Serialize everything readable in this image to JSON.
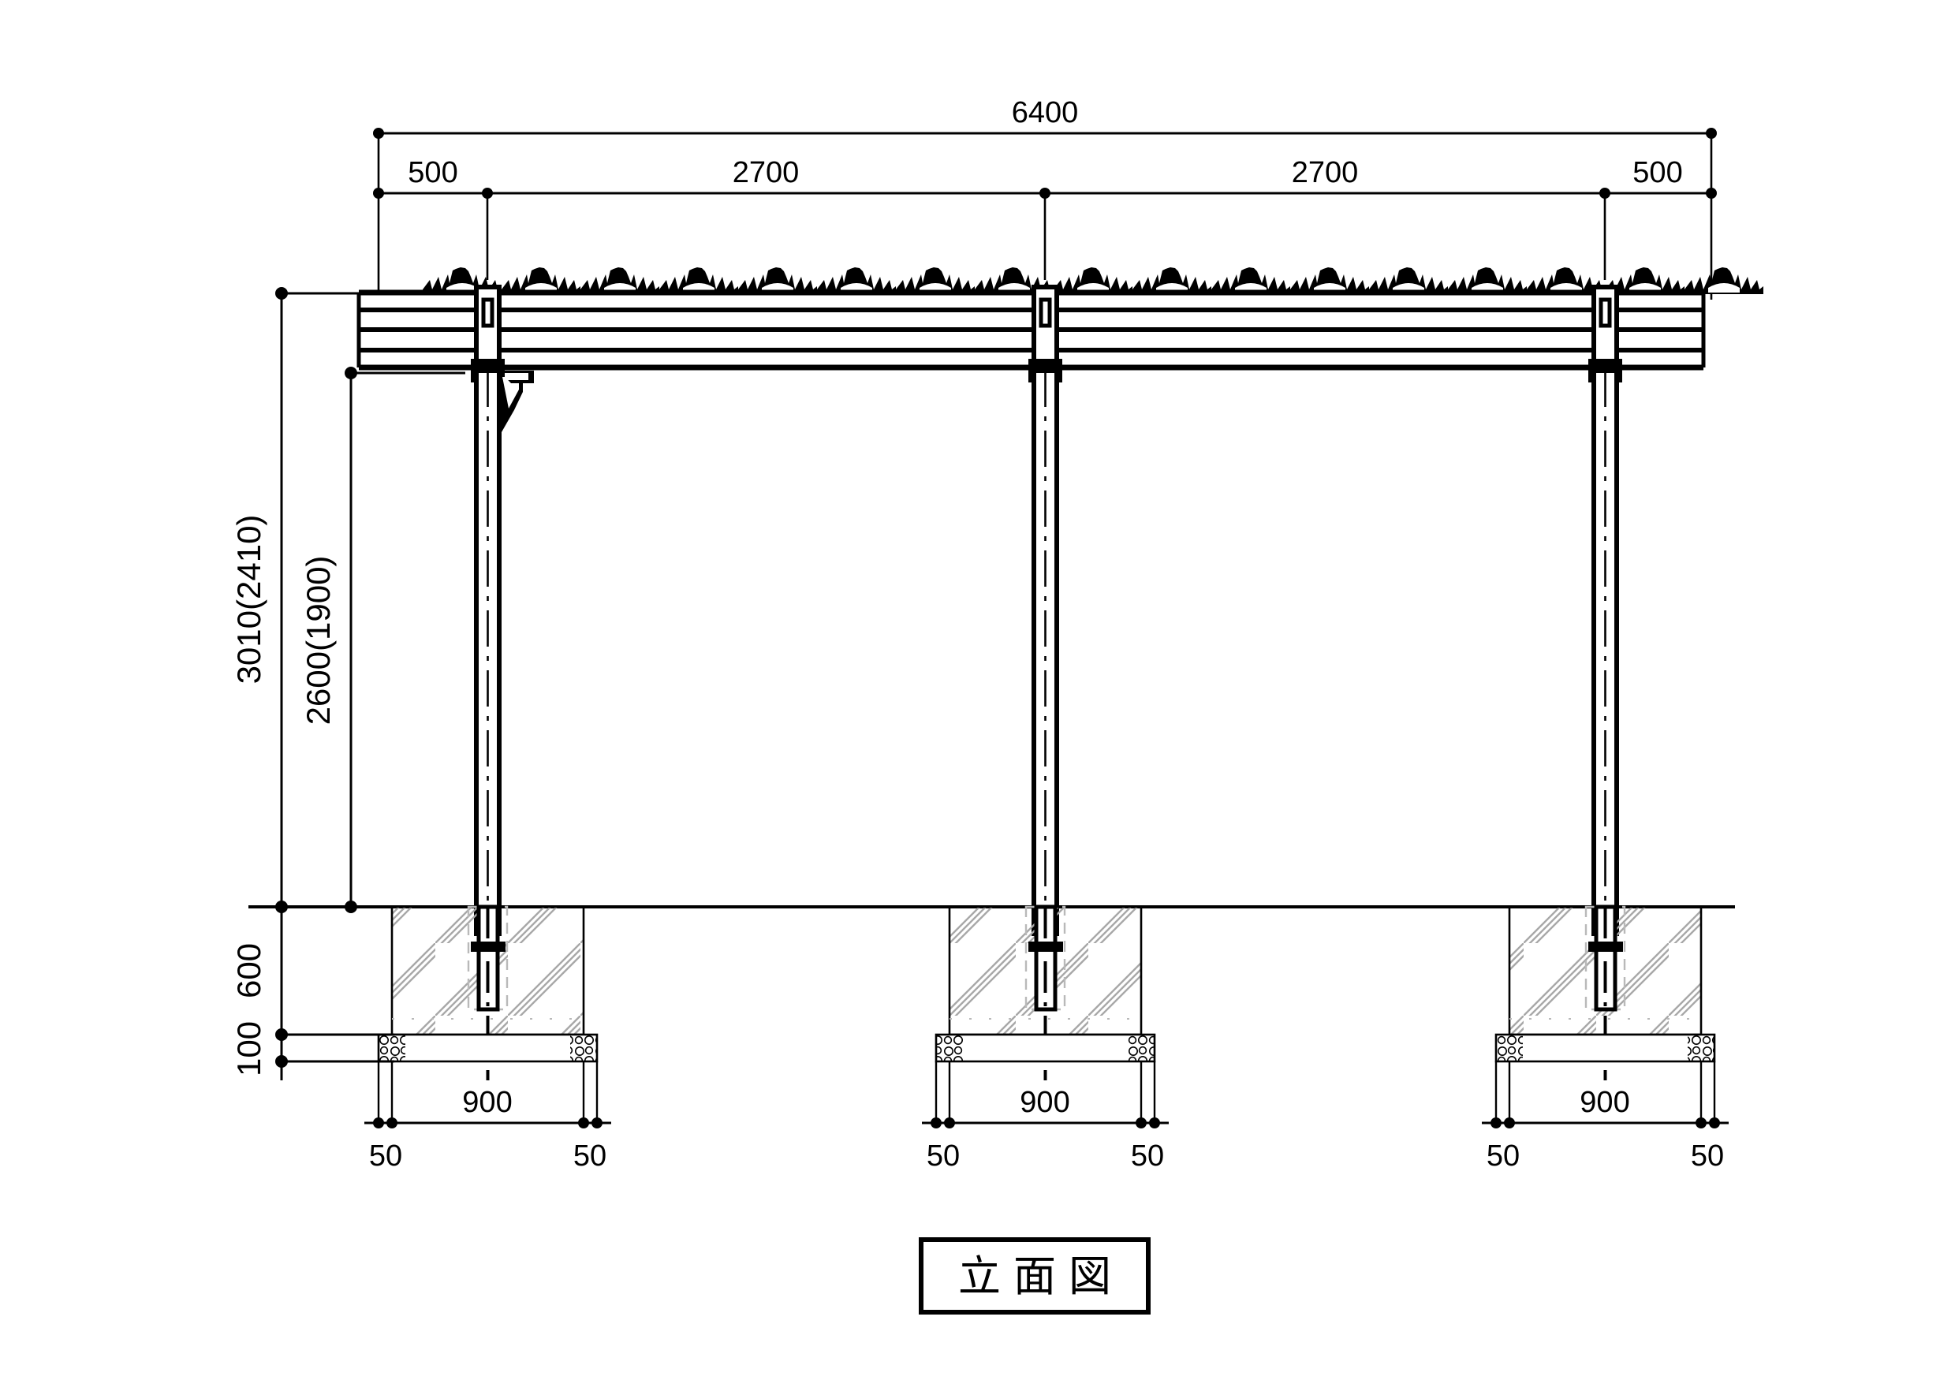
{
  "drawing": {
    "title": "立面図",
    "title_meaning": "elevation-view",
    "sheet_width": 2479,
    "sheet_height": 1750,
    "units": "mm",
    "line_color": "#000000",
    "background_color": "#ffffff",
    "hatch_color": "#9a9a9a"
  },
  "dimensions": {
    "top": {
      "overall": "6400",
      "segments": [
        "500",
        "2700",
        "2700",
        "500"
      ]
    },
    "left": {
      "overall_height": "3010(2410)",
      "clear_height": "2600(1900)",
      "footing_depth": "600",
      "gravel_bed": "100"
    },
    "footings": [
      {
        "name": "footing-left",
        "left_edge": "50",
        "width": "900",
        "right_edge": "50"
      },
      {
        "name": "footing-center",
        "left_edge": "50",
        "width": "900",
        "right_edge": "50"
      },
      {
        "name": "footing-right",
        "left_edge": "50",
        "width": "900",
        "right_edge": "50"
      }
    ]
  },
  "components": {
    "roof_panel": "solar-panel-array",
    "beam": "laminated-beam-4-layer",
    "columns": [
      "column-left",
      "column-center",
      "column-right"
    ],
    "brace": "gusset-brace-left-column",
    "foundation": "concrete-footing",
    "base_course": "gravel-base-course",
    "anchor": "embedded-post-anchor-plate"
  }
}
